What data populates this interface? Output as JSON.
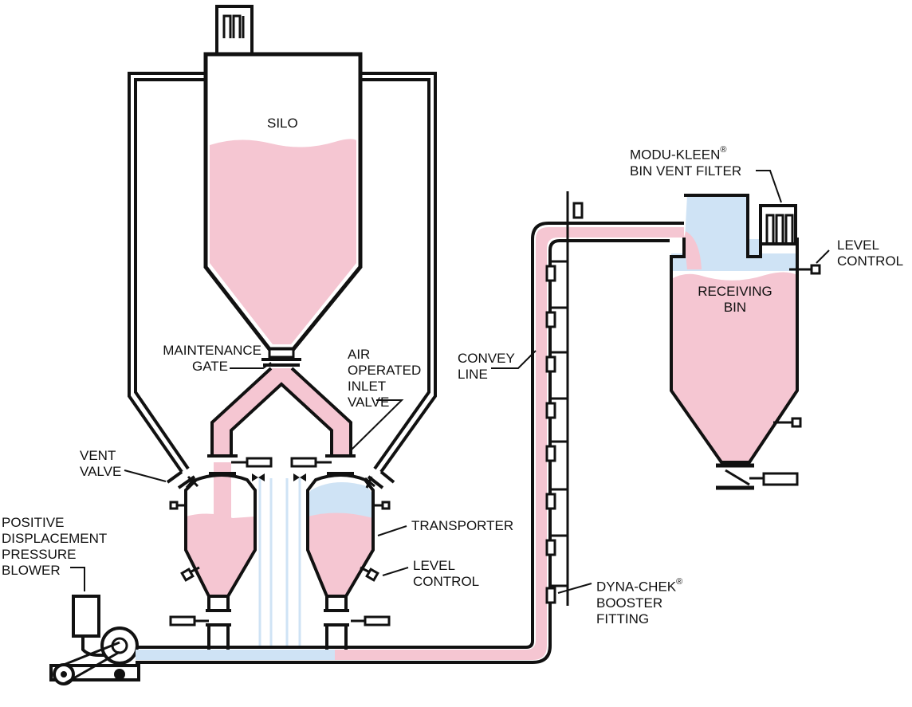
{
  "colors": {
    "material": "#f5c6d2",
    "air": "#cfe3f5",
    "outline": "#111111",
    "background": "#ffffff"
  },
  "labels": {
    "silo": "SILO",
    "maintenance_gate": [
      "MAINTENANCE",
      "GATE"
    ],
    "air_operated_inlet_valve": [
      "AIR",
      "OPERATED",
      "INLET",
      "VALVE"
    ],
    "vent_valve": [
      "VENT",
      "VALVE"
    ],
    "transporter": "TRANSPORTER",
    "level_control_transporter": [
      "LEVEL",
      "CONTROL"
    ],
    "positive_displacement_pressure_blower": [
      "POSITIVE",
      "DISPLACEMENT",
      "PRESSURE",
      "BLOWER"
    ],
    "convey_line": [
      "CONVEY",
      "LINE"
    ],
    "dyna_chek": {
      "line1": "DYNA-CHEK",
      "mark": "®",
      "line2": "BOOSTER",
      "line3": "FITTING"
    },
    "modu_kleen": {
      "line1": "MODU-KLEEN",
      "mark": "®",
      "line2": "BIN VENT FILTER"
    },
    "receiving_bin": [
      "RECEIVING",
      "BIN"
    ],
    "level_control_bin": [
      "LEVEL",
      "CONTROL"
    ]
  },
  "icons": {
    "blower": "blower-icon",
    "valve": "bowtie-valve-icon",
    "filter": "bag-filter-icon"
  }
}
